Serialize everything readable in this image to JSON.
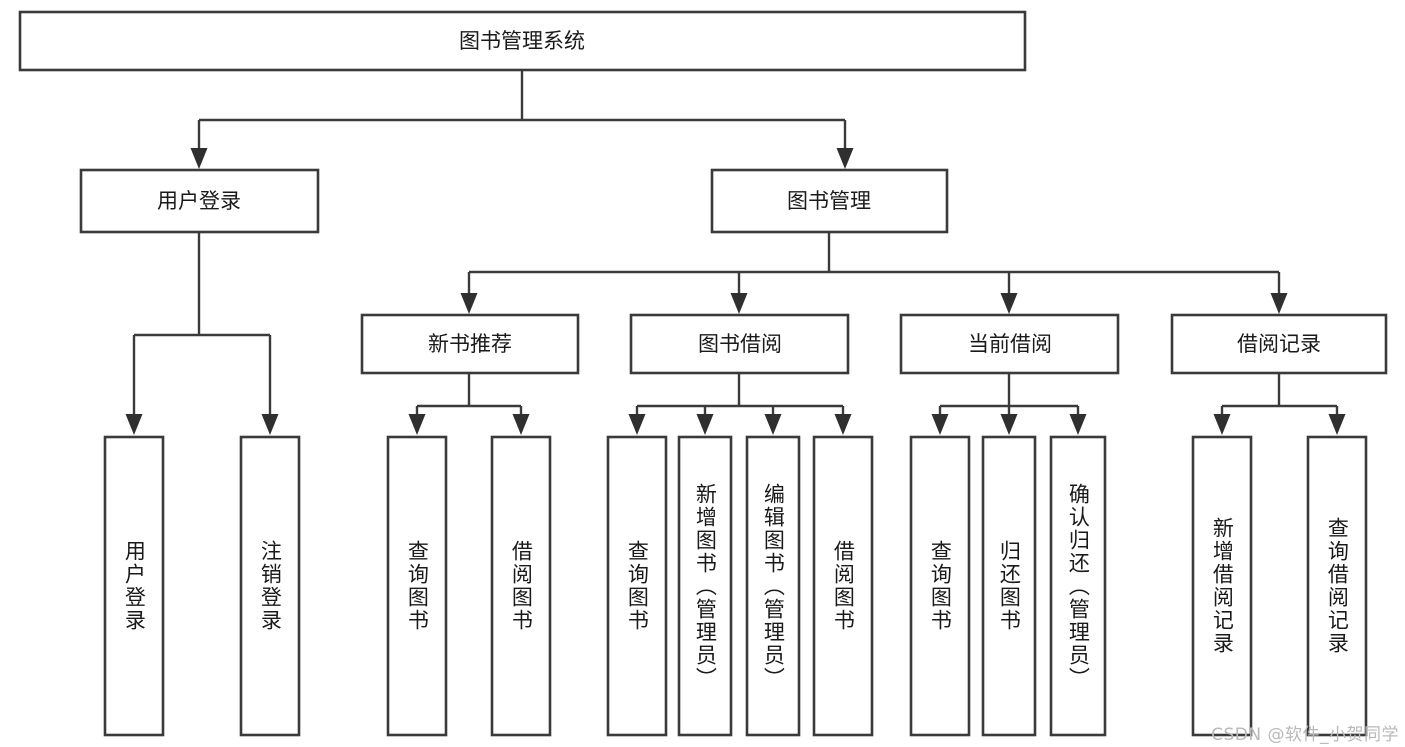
{
  "diagram": {
    "type": "tree-hierarchy-chart",
    "title": "图书管理系统",
    "orientation": "top-down",
    "colors": {
      "box_stroke": "#3a3a3a",
      "box_fill": "#ffffff",
      "connector": "#3a3a3a",
      "text": "#1a1a1a",
      "background": "#ffffff",
      "watermark": "#b9b9b9"
    },
    "root": {
      "label": "图书管理系统"
    },
    "level2": [
      {
        "label": "用户登录"
      },
      {
        "label": "图书管理"
      }
    ],
    "level3": [
      {
        "label": "新书推荐"
      },
      {
        "label": "图书借阅"
      },
      {
        "label": "当前借阅"
      },
      {
        "label": "借阅记录"
      }
    ],
    "leaves": {
      "user_login": [
        {
          "label": "用户登录"
        },
        {
          "label": "注销登录"
        }
      ],
      "new_book_recommend": [
        {
          "label": "查询图书"
        },
        {
          "label": "借阅图书"
        }
      ],
      "book_borrow": [
        {
          "label": "查询图书"
        },
        {
          "label": "新增图书（管理员）"
        },
        {
          "label": "编辑图书（管理员）"
        },
        {
          "label": "借阅图书"
        }
      ],
      "current_borrow": [
        {
          "label": "查询图书"
        },
        {
          "label": "归还图书"
        },
        {
          "label": "确认归还（管理员）"
        }
      ],
      "borrow_record": [
        {
          "label": "新增借阅记录"
        },
        {
          "label": "查询借阅记录"
        }
      ]
    },
    "watermark": "CSDN @软件_小贺同学"
  }
}
